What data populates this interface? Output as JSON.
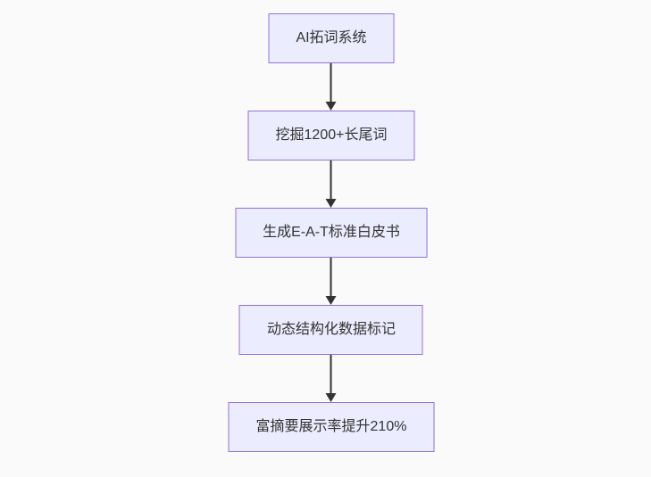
{
  "page": {
    "background_color": "#fafafa"
  },
  "flowchart": {
    "type": "flowchart",
    "direction": "top-down",
    "style": {
      "node_fill": "#ECECFF",
      "node_border": "#9370DB",
      "text_color": "#333333",
      "arrow_color": "#333333"
    },
    "nodes": [
      {
        "id": "A",
        "label": "AI拓词系统"
      },
      {
        "id": "B",
        "label": "挖掘1200+长尾词"
      },
      {
        "id": "C",
        "label": "生成E-A-T标准白皮书"
      },
      {
        "id": "D",
        "label": "动态结构化数据标记"
      },
      {
        "id": "E",
        "label": "富摘要展示率提升210%"
      }
    ],
    "edges": [
      {
        "from": "A",
        "to": "B"
      },
      {
        "from": "B",
        "to": "C"
      },
      {
        "from": "C",
        "to": "D"
      },
      {
        "from": "D",
        "to": "E"
      }
    ]
  }
}
